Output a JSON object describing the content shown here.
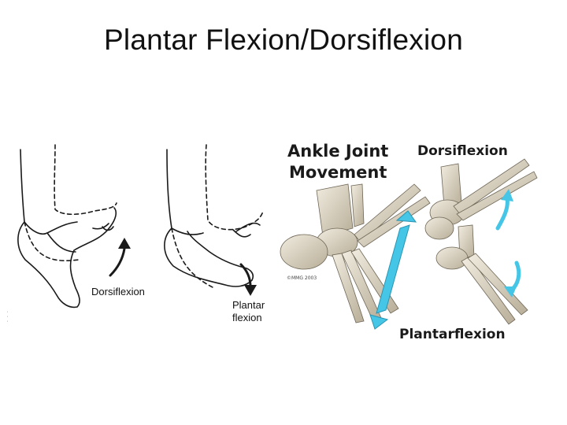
{
  "slide": {
    "title": "Plantar Flexion/Dorsiflexion"
  },
  "left_figure": {
    "labels": {
      "dorsiflexion": "Dorsiflexion",
      "plantar_line1": "Plantar",
      "plantar_line2": "flexion"
    }
  },
  "right_figure": {
    "heading_line1": "Ankle Joint",
    "heading_line2": "Movement",
    "dorsiflexion_label": "Dorsiflexion",
    "plantarflexion_label": "Plantarflexion",
    "copyright": "©MMG 2003"
  },
  "colors": {
    "arrow": "#45c6e6",
    "bone": "#e3dccb",
    "bone_shade": "#a79e8a",
    "line_art": "#1a1a1a"
  }
}
